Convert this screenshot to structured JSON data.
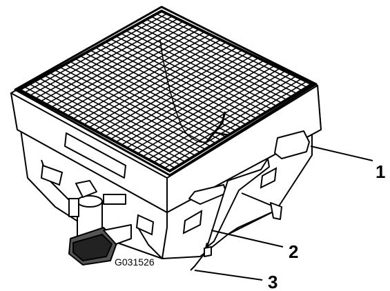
{
  "figure_id": "G031526",
  "callouts": [
    {
      "number": "1"
    },
    {
      "number": "2"
    },
    {
      "number": "3"
    }
  ],
  "colors": {
    "line": "#000000",
    "fill": "#ffffff",
    "shade": "#dcdcdc"
  }
}
